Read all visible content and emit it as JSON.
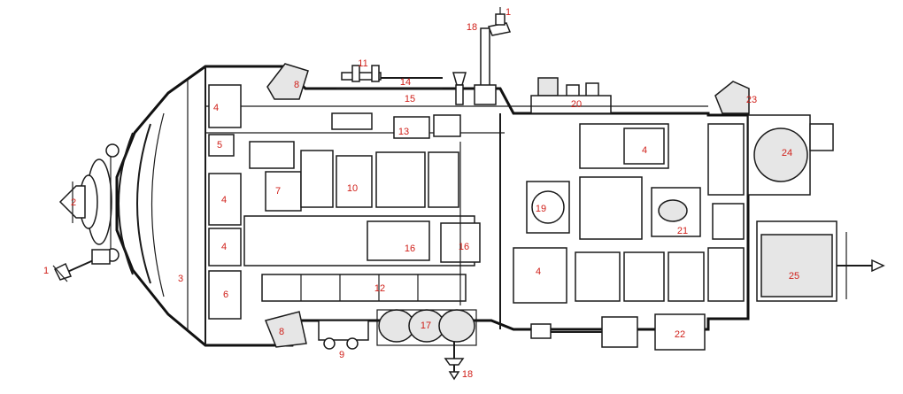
{
  "diagram": {
    "label_color": "#d0201a",
    "line_color": "#1a1a1a",
    "labels": {
      "l1_top": "1",
      "l1_left": "1",
      "l2": "2",
      "l3": "3",
      "l4_a": "4",
      "l4_b": "4",
      "l4_c": "4",
      "l4_d": "4",
      "l4_e": "4",
      "l5": "5",
      "l6": "6",
      "l7": "7",
      "l8_top": "8",
      "l8_bottom": "8",
      "l9": "9",
      "l10": "10",
      "l11": "11",
      "l12": "12",
      "l13": "13",
      "l14": "14",
      "l15": "15",
      "l16_a": "16",
      "l16_b": "16",
      "l17": "17",
      "l18_top": "18",
      "l18_bottom": "18",
      "l19": "19",
      "l20": "20",
      "l21": "21",
      "l22": "22",
      "l23": "23",
      "l24": "24",
      "l25": "25"
    }
  }
}
